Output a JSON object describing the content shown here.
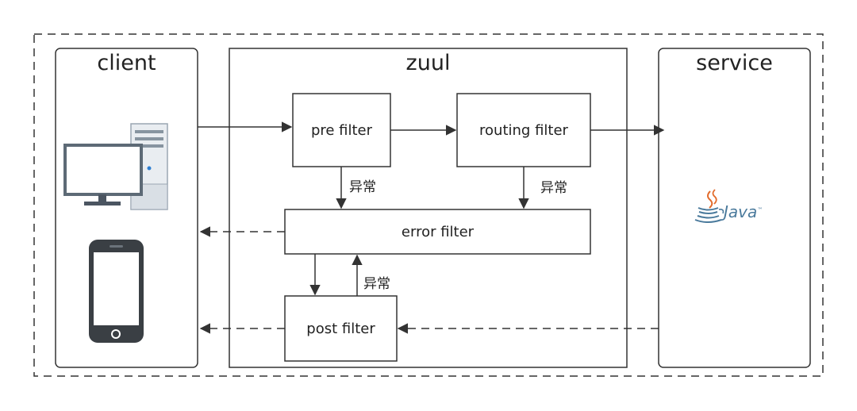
{
  "lanes": {
    "client": "client",
    "zuul": "zuul",
    "service": "service"
  },
  "filters": {
    "pre": "pre filter",
    "routing": "routing filter",
    "error": "error filter",
    "post": "post filter"
  },
  "exception_label": "异常",
  "java_logo": {
    "text": "Java",
    "trademark": "™"
  },
  "colors": {
    "line": "#333333",
    "java_blue": "#4a7a9c",
    "java_red": "#e26b2b"
  }
}
